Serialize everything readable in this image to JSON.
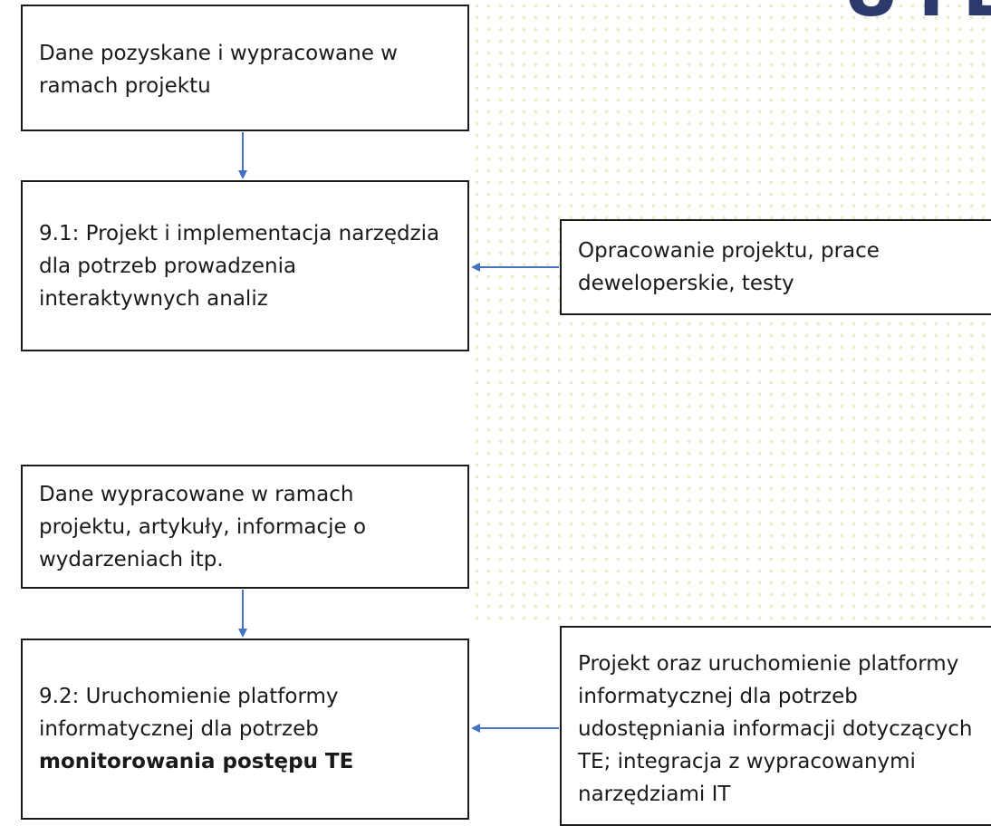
{
  "logo": {
    "text": "UTE"
  },
  "boxes": {
    "source_data_1": "Dane pozyskane i wypracowane w ramach projektu",
    "task_9_1": "9.1: Projekt i implementacja narzędzia dla potrzeb prowadzenia interaktywnych analiz",
    "work_9_1": "Opracowanie projektu, prace deweloperskie, testy",
    "source_data_2": "Dane wypracowane w ramach projektu, artykuły, informacje o wydarzeniach itp.",
    "task_9_2_line1": "9.2: Uruchomienie platformy",
    "task_9_2_line2": "informatycznej dla potrzeb",
    "task_9_2_bold": "monitorowania postępu TE",
    "work_9_2": "Projekt oraz uruchomienie platformy informatycznej dla potrzeb udostępniania informacji dotyczących TE; integracja z wypracowanymi narzędziami IT"
  },
  "colors": {
    "arrow": "#4472c4",
    "dots": "#e4efc3",
    "logo": "#2b3a6b",
    "border": "#1a1a1a"
  }
}
